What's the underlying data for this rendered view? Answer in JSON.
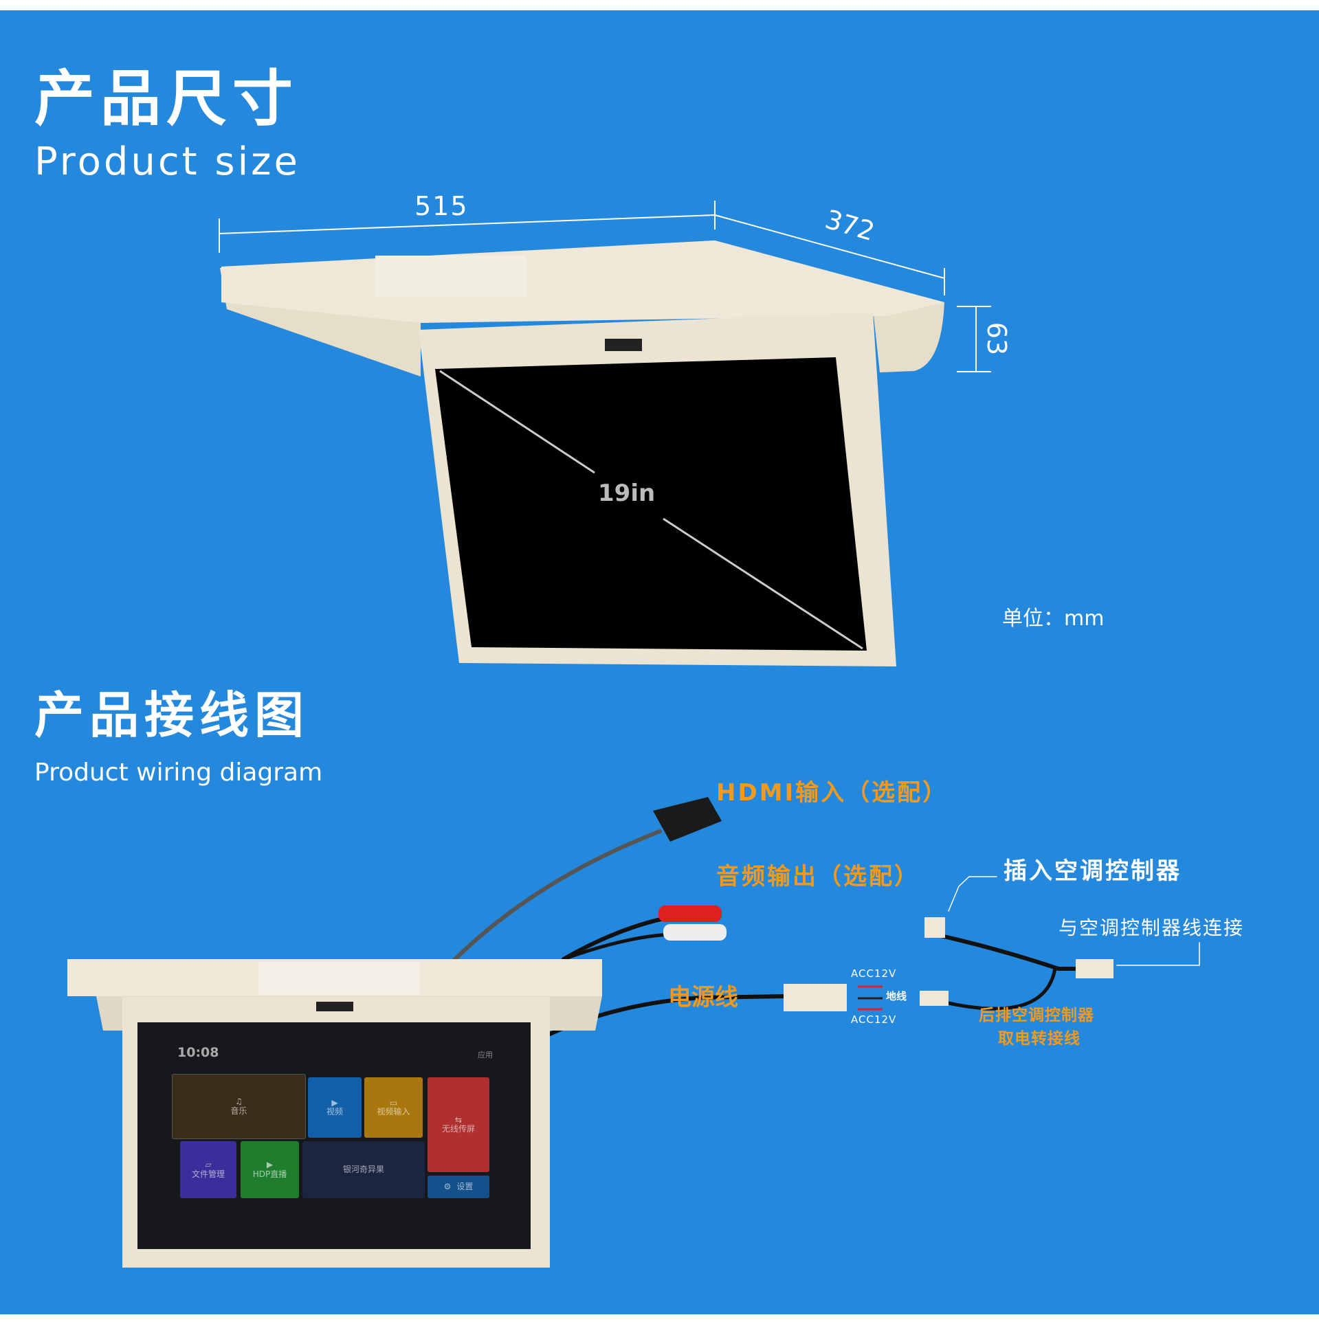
{
  "size_section": {
    "title_cn": "产品尺寸",
    "title_en": "Product  size",
    "width": "515",
    "depth": "372",
    "height": "63",
    "screen": "19in",
    "unit": "单位：mm"
  },
  "wiring_section": {
    "title_cn": "产品接线图",
    "title_en": "Product wiring diagram",
    "labels": {
      "hdmi": "HDMI输入（选配）",
      "audio": "音频输出（选配）",
      "ac_insert": "插入空调控制器",
      "ac_connect": "与空调控制器线连接",
      "power": "电源线",
      "acc1": "ACC12V",
      "ground": "地线",
      "acc2": "ACC12V",
      "rear_ac_1": "后排空调控制器",
      "rear_ac_2": "取电转接线"
    }
  },
  "screen_ui": {
    "time": "10:08",
    "apps_label": "应用",
    "tiles": [
      "音乐",
      "视频",
      "视频输入",
      "无线传屏",
      "文件管理",
      "HDP直播",
      "银河奇异果",
      "设置"
    ]
  },
  "colors": {
    "background": "#2488dc",
    "orange": "#f39a1e",
    "housing": "#efe8d8"
  }
}
